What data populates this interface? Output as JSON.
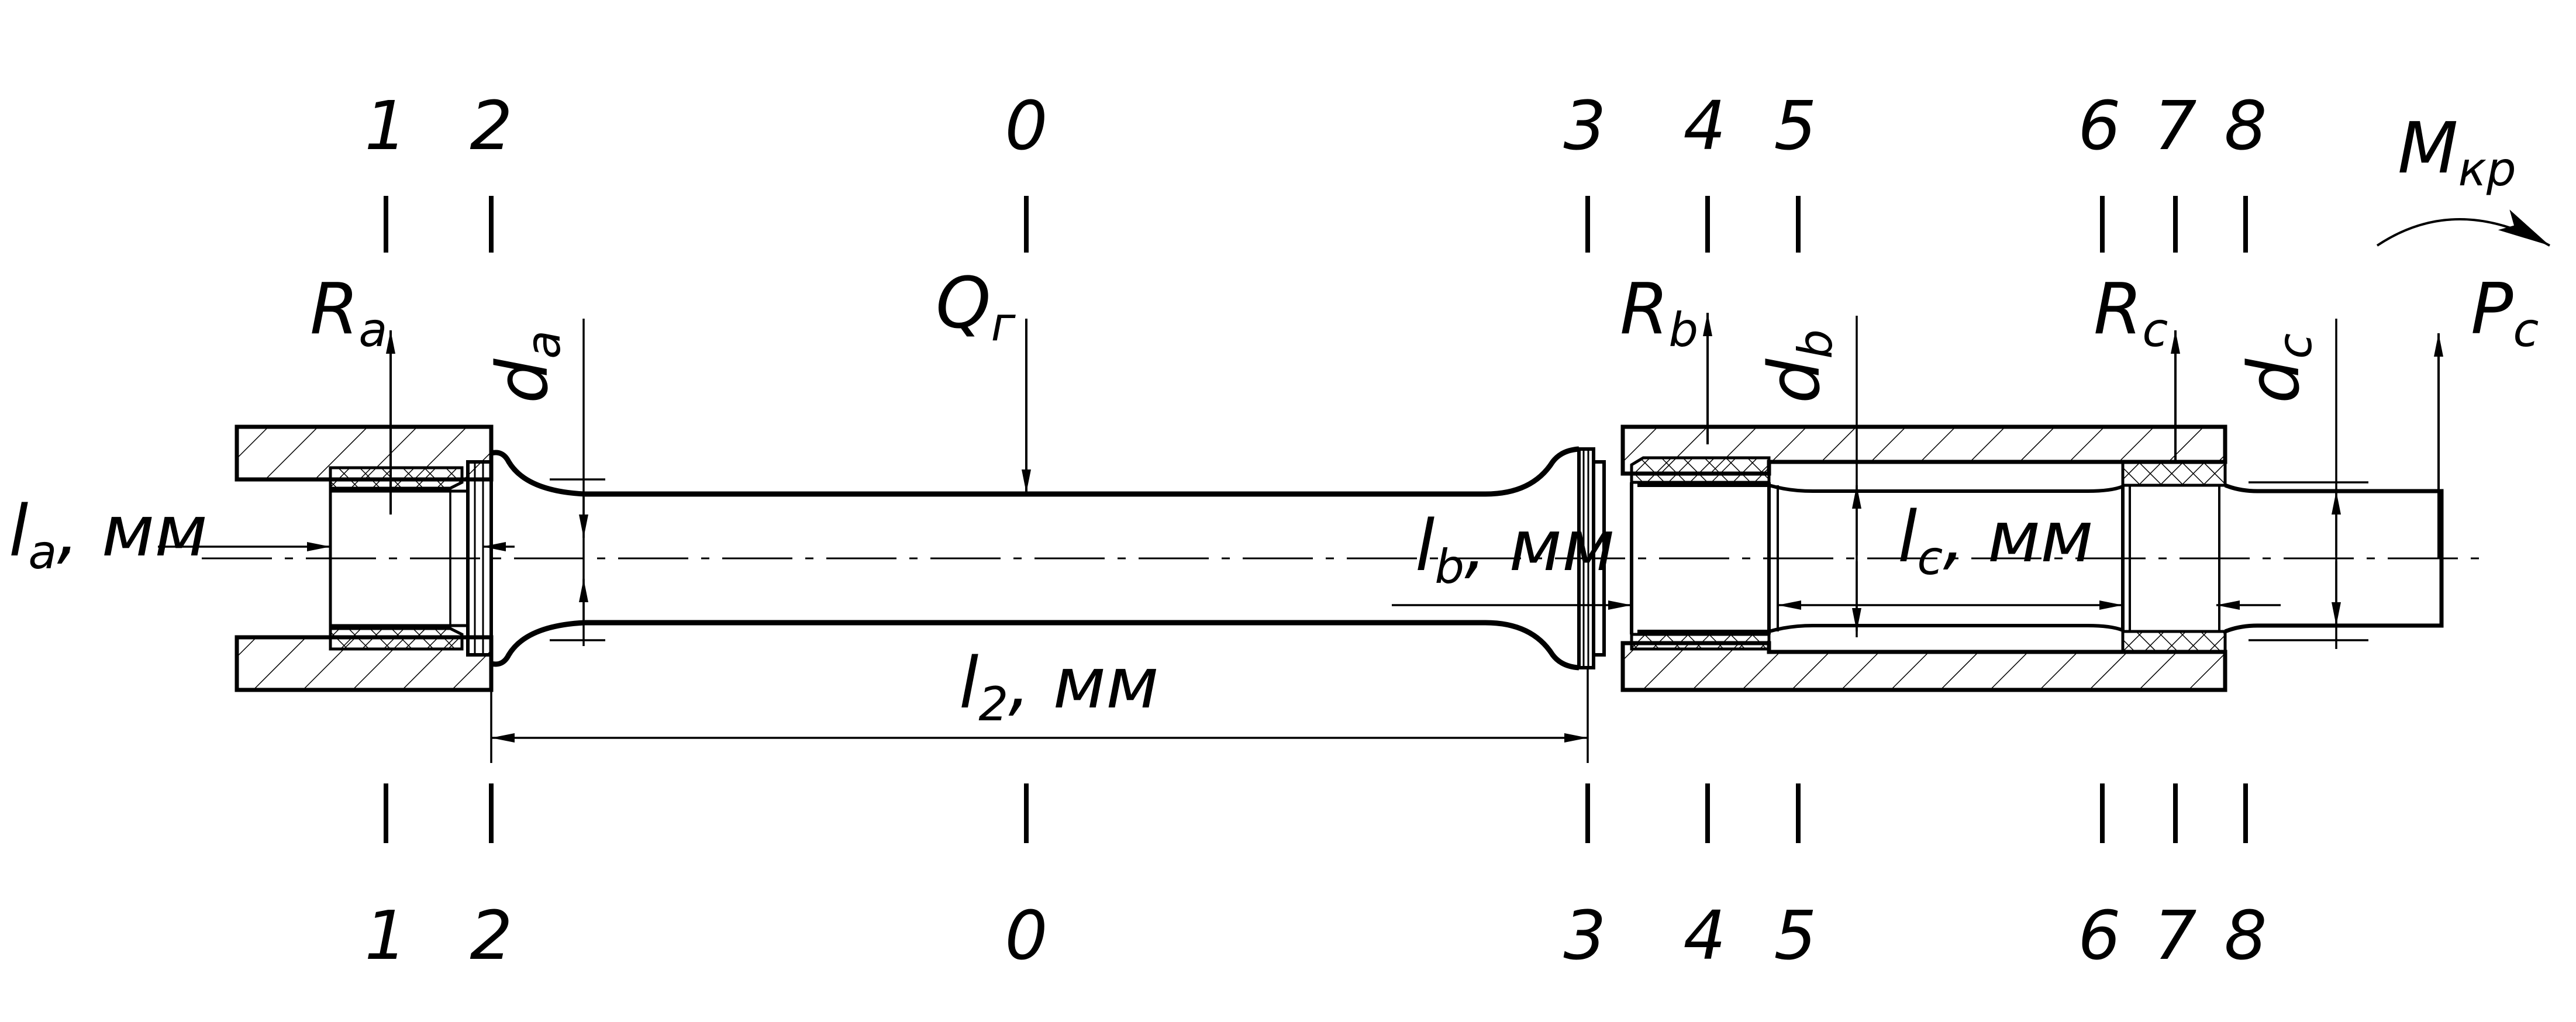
{
  "sections": [
    "1",
    "2",
    "0",
    "3",
    "4",
    "5",
    "6",
    "7",
    "8"
  ],
  "forces": {
    "ra": {
      "main": "R",
      "sub": "a"
    },
    "qg": {
      "main": "Q",
      "sub": "г"
    },
    "rb": {
      "main": "R",
      "sub": "b"
    },
    "rc": {
      "main": "R",
      "sub": "c"
    },
    "pc": {
      "main": "P",
      "sub": "c"
    },
    "mkr": {
      "main": "M",
      "sub": "кр"
    }
  },
  "diameters": {
    "da": {
      "main": "d",
      "sub": "a"
    },
    "db": {
      "main": "d",
      "sub": "b"
    },
    "dc": {
      "main": "d",
      "sub": "c"
    }
  },
  "lengths": {
    "la": {
      "main": "l",
      "sub": "a",
      "unit": ", мм"
    },
    "l2": {
      "main": "l",
      "sub": "2",
      "unit": ", мм"
    },
    "lb": {
      "main": "l",
      "sub": "b",
      "unit": ", мм"
    },
    "lc": {
      "main": "l",
      "sub": "c",
      "unit": ", мм"
    }
  },
  "colors": {
    "line": "#000000",
    "background": "#ffffff"
  }
}
